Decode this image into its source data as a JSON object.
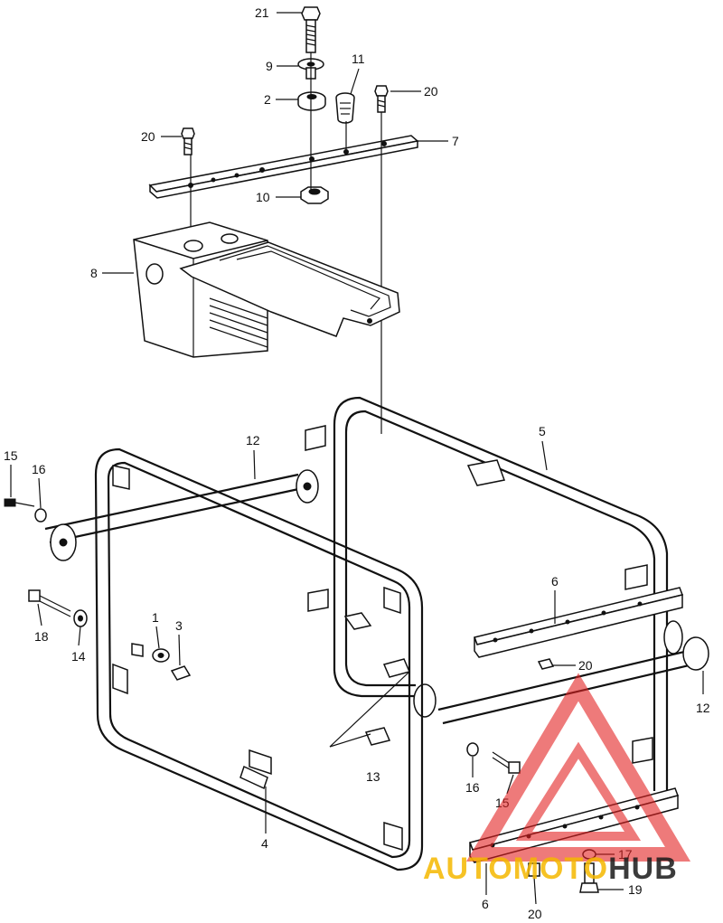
{
  "callouts": [
    {
      "id": "c21a",
      "text": "21"
    },
    {
      "id": "c9",
      "text": "9"
    },
    {
      "id": "c11",
      "text": "11"
    },
    {
      "id": "c2",
      "text": "2"
    },
    {
      "id": "c20a",
      "text": "20"
    },
    {
      "id": "c20b",
      "text": "20"
    },
    {
      "id": "c7",
      "text": "7"
    },
    {
      "id": "c10",
      "text": "10"
    },
    {
      "id": "c8",
      "text": "8"
    },
    {
      "id": "c5",
      "text": "5"
    },
    {
      "id": "c12a",
      "text": "12"
    },
    {
      "id": "c15a",
      "text": "15"
    },
    {
      "id": "c16a",
      "text": "16"
    },
    {
      "id": "c18",
      "text": "18"
    },
    {
      "id": "c14",
      "text": "14"
    },
    {
      "id": "c1",
      "text": "1"
    },
    {
      "id": "c3",
      "text": "3"
    },
    {
      "id": "c6a",
      "text": "6"
    },
    {
      "id": "c20c",
      "text": "20"
    },
    {
      "id": "c12b",
      "text": "12"
    },
    {
      "id": "c13",
      "text": "13"
    },
    {
      "id": "c16b",
      "text": "16"
    },
    {
      "id": "c15b",
      "text": "15"
    },
    {
      "id": "c4",
      "text": "4"
    },
    {
      "id": "c17",
      "text": "17"
    },
    {
      "id": "c19",
      "text": "19"
    },
    {
      "id": "c6b",
      "text": "6"
    },
    {
      "id": "c20d",
      "text": "20"
    }
  ],
  "watermark": {
    "part1": "AUTO",
    "part2": "MOTO",
    "part3": "HUB",
    "colors": {
      "part1": "#f5b800",
      "part2": "#f5b800",
      "part3": "#1a1a1a",
      "logo": "#e32222"
    }
  }
}
